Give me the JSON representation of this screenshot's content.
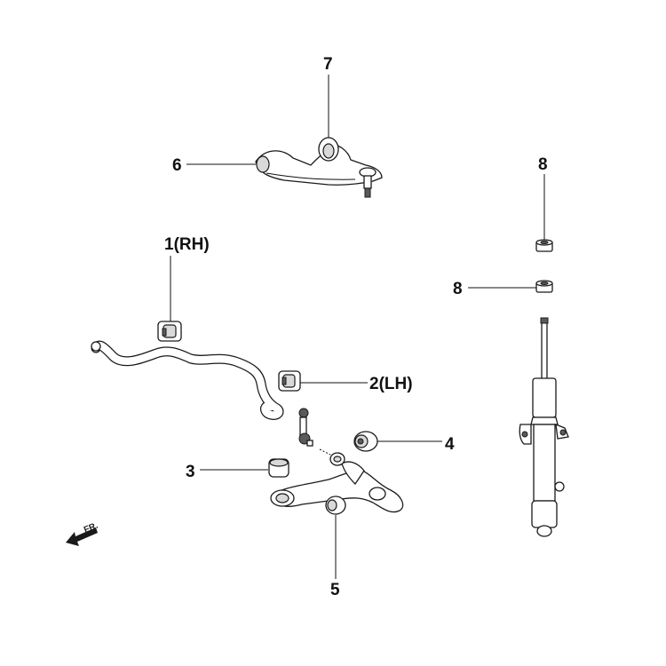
{
  "callouts": {
    "c1": "1(RH)",
    "c2": "2(LH)",
    "c3": "3",
    "c4": "4",
    "c5": "5",
    "c6": "6",
    "c7": "7",
    "c8a": "8",
    "c8b": "8"
  },
  "direction_label": "FR.",
  "colors": {
    "line": "#1a1a1a",
    "shade": "#d9d9d9",
    "dark": "#5a5a5a"
  }
}
